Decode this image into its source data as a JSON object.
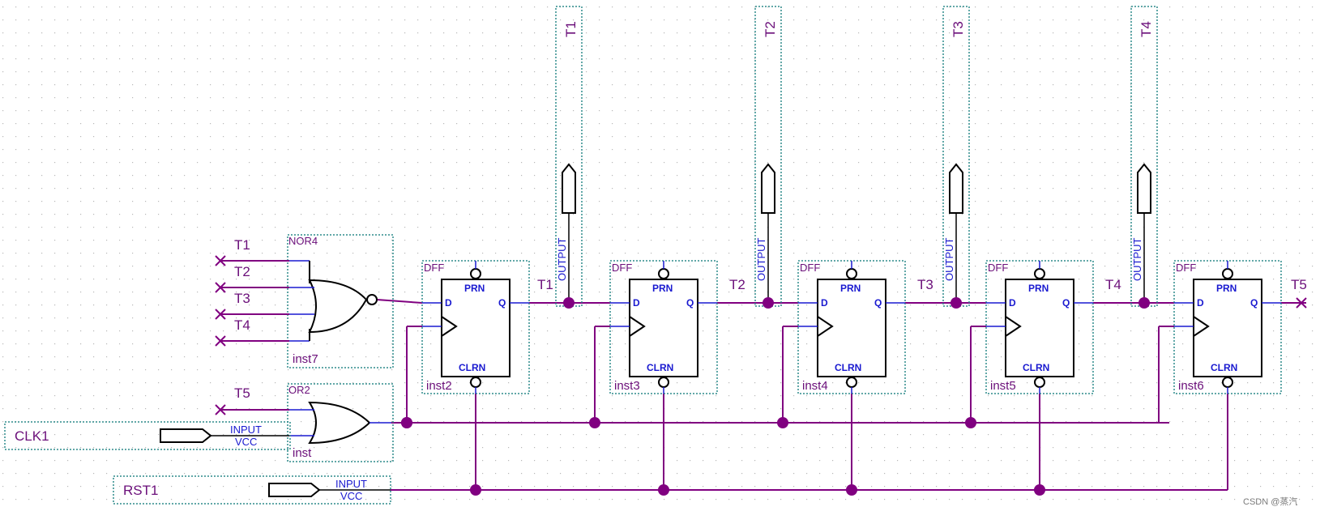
{
  "colors": {
    "wire": "#800080",
    "node": "#800080",
    "pin": "#1a1ad0",
    "symbol_border": "#2e8b8b",
    "text": "#6b0f7a",
    "grid": "#b8b8b8",
    "symbol_line": "#000000"
  },
  "gates": {
    "nor4": {
      "type": "NOR4",
      "inst": "inst7",
      "inputs": [
        "T1",
        "T2",
        "T3",
        "T4"
      ]
    },
    "or2": {
      "type": "OR2",
      "inst": "inst",
      "inputs": [
        "T5"
      ]
    }
  },
  "inputs": {
    "clk": {
      "name": "CLK1",
      "type": "INPUT",
      "value": "VCC"
    },
    "rst": {
      "name": "RST1",
      "type": "INPUT",
      "value": "VCC"
    }
  },
  "flipflops": [
    {
      "type": "DFF",
      "inst": "inst2",
      "d": "D",
      "q": "Q",
      "prn": "PRN",
      "clrn": "CLRN",
      "q_net": "T1"
    },
    {
      "type": "DFF",
      "inst": "inst3",
      "d": "D",
      "q": "Q",
      "prn": "PRN",
      "clrn": "CLRN",
      "q_net": "T2"
    },
    {
      "type": "DFF",
      "inst": "inst4",
      "d": "D",
      "q": "Q",
      "prn": "PRN",
      "clrn": "CLRN",
      "q_net": "T3"
    },
    {
      "type": "DFF",
      "inst": "inst5",
      "d": "D",
      "q": "Q",
      "prn": "PRN",
      "clrn": "CLRN",
      "q_net": "T4"
    },
    {
      "type": "DFF",
      "inst": "inst6",
      "d": "D",
      "q": "Q",
      "prn": "PRN",
      "clrn": "CLRN",
      "q_net": "T5"
    }
  ],
  "outputs": [
    {
      "name": "T1",
      "type": "OUTPUT"
    },
    {
      "name": "T2",
      "type": "OUTPUT"
    },
    {
      "name": "T3",
      "type": "OUTPUT"
    },
    {
      "name": "T4",
      "type": "OUTPUT"
    }
  ],
  "watermark": "CSDN @蒸汽"
}
